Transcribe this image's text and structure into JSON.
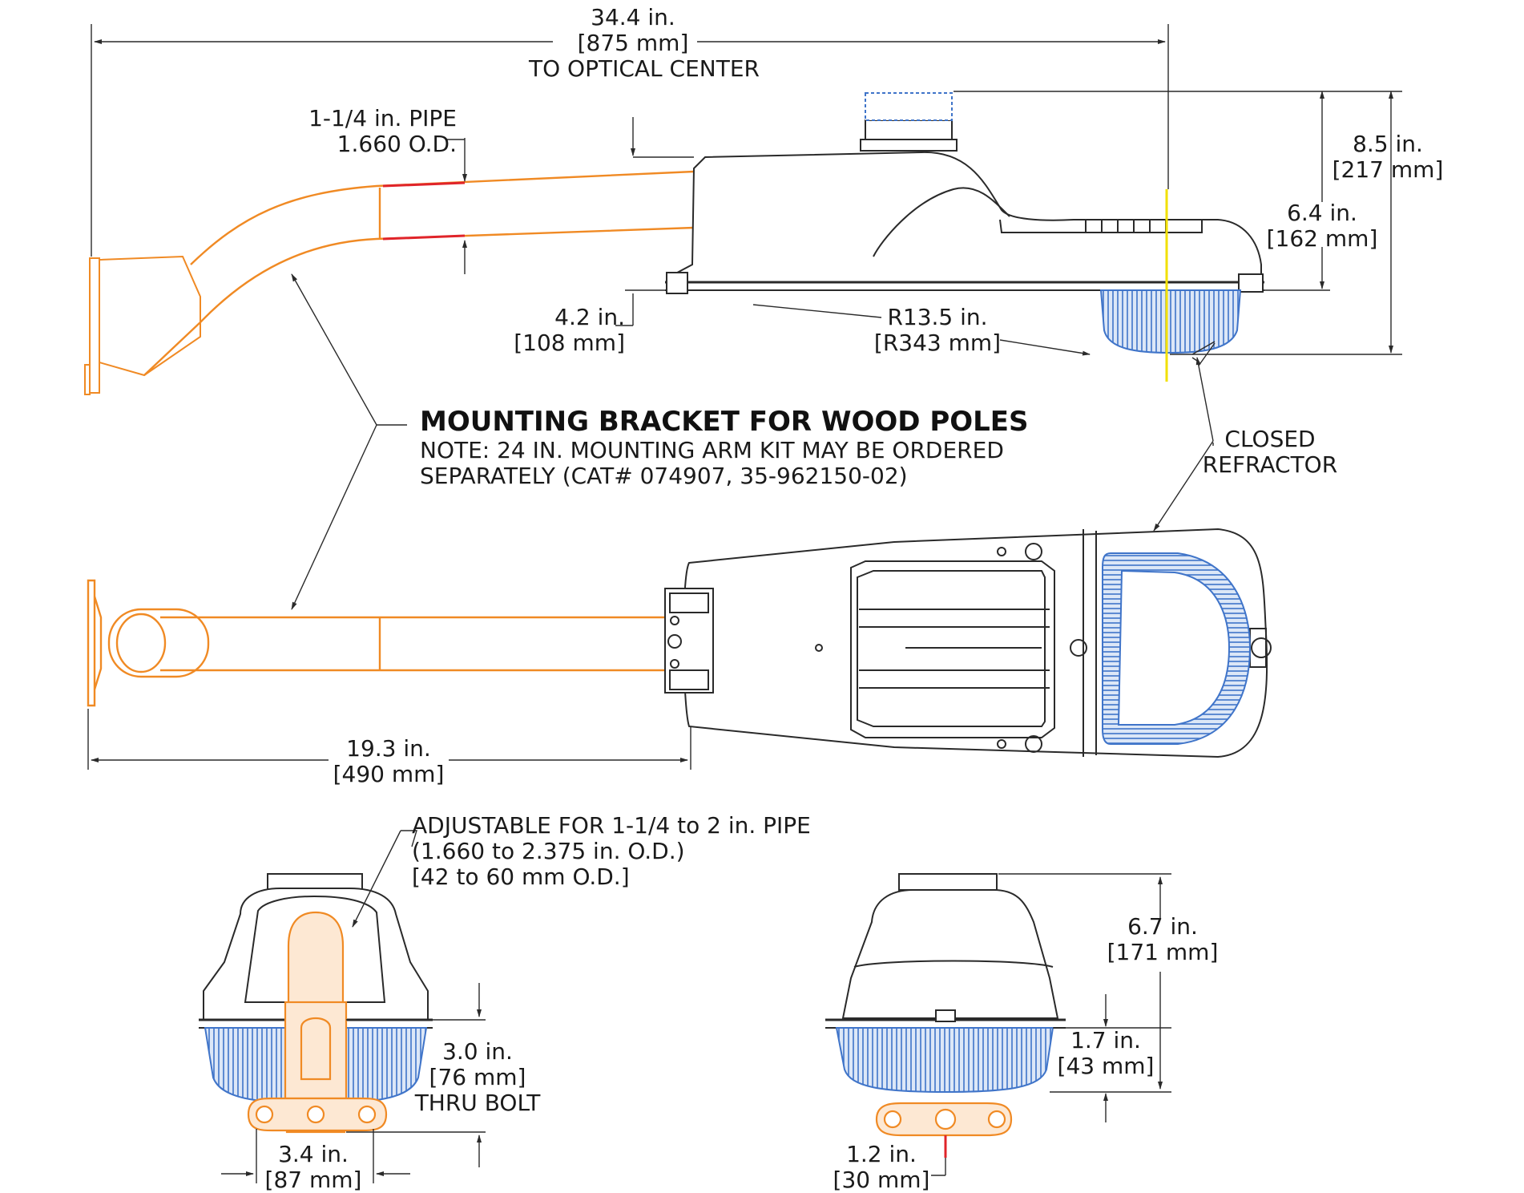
{
  "colors": {
    "line": "#2a2a2a",
    "bracket": "#f08a24",
    "refractor": "#3f74c9",
    "refractor_fill": "#dce7f7",
    "optical_axis": "#f2e000",
    "pipe_highlight": "#e0242a"
  },
  "dims": {
    "overall_length": {
      "line1": "34.4 in.",
      "line2": "[875 mm]",
      "line3": "TO OPTICAL CENTER"
    },
    "pipe": {
      "line1": "1-1/4 in. PIPE",
      "line2": "1.660 O.D."
    },
    "overall_height": {
      "line1": "8.5 in.",
      "line2": "[217 mm]"
    },
    "housing_height": {
      "line1": "6.4 in.",
      "line2": "[162 mm]"
    },
    "bracket_drop": {
      "line1": "4.2 in.",
      "line2": "[108 mm]"
    },
    "radius": {
      "line1": "R13.5 in.",
      "line2": "[R343 mm]"
    },
    "refractor": {
      "line1": "CLOSED",
      "line2": "REFRACTOR"
    },
    "bracket_length": {
      "line1": "19.3 in.",
      "line2": "[490 mm]"
    },
    "adjustable": {
      "line1": "ADJUSTABLE FOR 1-1/4 to 2 in. PIPE",
      "line2": "(1.660 to 2.375 in. O.D.)",
      "line3": "[42 to 60 mm O.D.]"
    },
    "thru_bolt": {
      "line1": "3.0 in.",
      "line2": "[76 mm]",
      "line3": "THRU BOLT"
    },
    "bracket_width": {
      "line1": "3.4 in.",
      "line2": "[87 mm]"
    },
    "rear_height": {
      "line1": "6.7 in.",
      "line2": "[171 mm]"
    },
    "refractor_depth": {
      "line1": "1.7 in.",
      "line2": "[43 mm]"
    },
    "mount_width": {
      "line1": "1.2 in.",
      "line2": "[30 mm]"
    }
  },
  "note": {
    "title": "MOUNTING BRACKET FOR WOOD POLES",
    "line1": "NOTE: 24 IN. MOUNTING ARM KIT MAY BE ORDERED",
    "line2": "SEPARATELY (CAT# 074907, 35-962150-02)"
  }
}
